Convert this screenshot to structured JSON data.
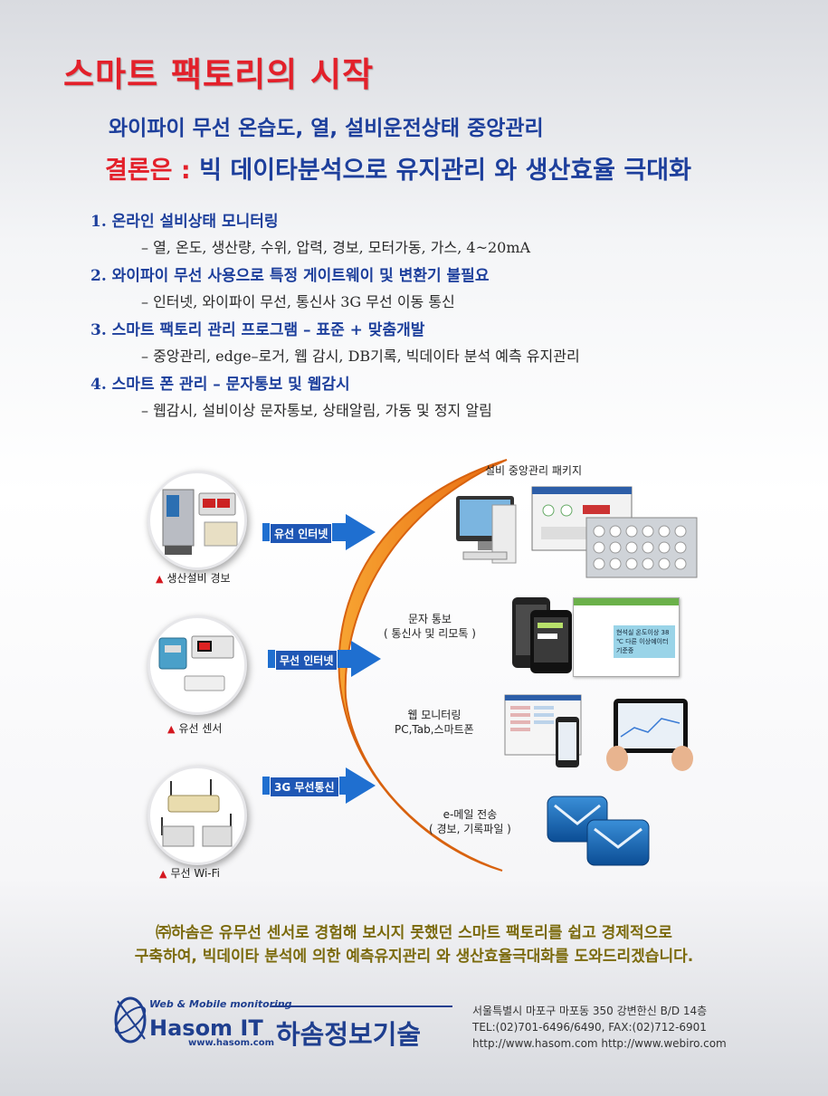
{
  "header": {
    "title": "스마트 팩토리의 시작",
    "subtitle": "와이파이 무선 온습도, 열, 설비운전상태 중앙관리",
    "conclusion_label": "결론은 :",
    "conclusion_text": " 빅 데이타분석으로 유지관리 와 생산효율 극대화"
  },
  "features": [
    {
      "heading": "1. 온라인 설비상태 모니터링",
      "detail": "– 열, 온도, 생산량, 수위, 압력, 경보, 모터가동, 가스, 4~20mA"
    },
    {
      "heading": "2. 와이파이 무선 사용으로 특정 게이트웨이 및 변환기 불필요",
      "detail": "– 인터넷, 와이파이 무선, 통신사 3G 무선 이동 통신"
    },
    {
      "heading": "3. 스마트 팩토리 관리 프로그램 – 표준 + 맞춤개발",
      "detail": "– 중앙관리, edge–로거, 웹 감시, DB기록, 빅데이타 분석 예측 유지관리"
    },
    {
      "heading": "4. 스마트 폰 관리 – 문자통보 및 웹감시",
      "detail": "– 웹감시, 설비이상 문자통보, 상태알림, 가동 및 정지 알림"
    }
  ],
  "diagram": {
    "sources": [
      {
        "label": "생산설비 경보",
        "arrow": "유선 인터넷"
      },
      {
        "label": "유선 센서",
        "arrow": "무선 인터넷"
      },
      {
        "label": "무선 Wi-Fi",
        "arrow": "3G 무선통신"
      }
    ],
    "outputs": {
      "central_package": "설비 중앙관리 패키지",
      "sms_title": "문자 통보",
      "sms_sub": "( 통신사 및 리모톡 )",
      "sms_screen_text": "현석실 온도이상 38 ℃ 다른 이상예이터 기준중",
      "web_title": "웹 모니터링",
      "web_sub": "PC,Tab,스마트폰",
      "email_title": "e-메일 전송",
      "email_sub": "( 경보, 기록파일 )"
    },
    "colors": {
      "arrow": "#1f6fd0",
      "arc": "#f28a1c",
      "alert": "#d4171f"
    }
  },
  "footer": {
    "message_line1": "㈜하솜은 유무선 센서로 경험해 보시지 못했던 스마트 팩토리를 쉽고 경제적으로",
    "message_line2": "구축하여, 빅데이타 분석에 의한 예측유지관리 와 생산효율극대화를 도와드리겠습니다.",
    "logo_tagline": "Web & Mobile monitoring",
    "logo_name": "Hasom IT",
    "logo_url": "www.hasom.com",
    "logo_korean": "하솜정보기술",
    "address": "서울특별시 마포구 마포동 350 강변한신 B/D 14층",
    "phone": "TEL:(02)701-6496/6490,  FAX:(02)712-6901",
    "websites": "http://www.hasom.com   http://www.webiro.com"
  }
}
